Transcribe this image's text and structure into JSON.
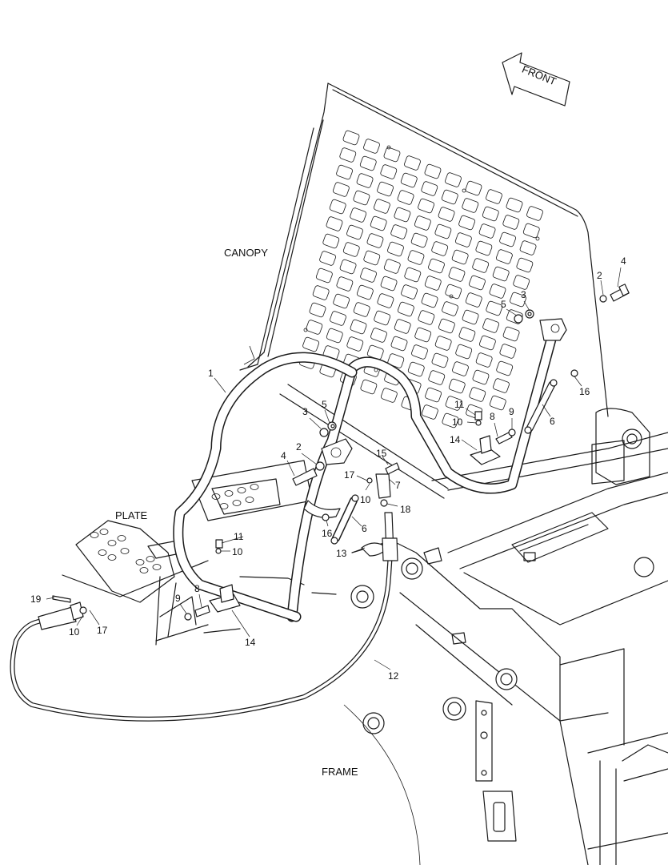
{
  "captions": {
    "canopy": "CANOPY",
    "plate": "PLATE",
    "frame": "FRAME",
    "front": "FRONT"
  },
  "callouts": [
    {
      "id": "c1",
      "text": "1"
    },
    {
      "id": "c2a",
      "text": "2"
    },
    {
      "id": "c2b",
      "text": "2"
    },
    {
      "id": "c3a",
      "text": "3"
    },
    {
      "id": "c3b",
      "text": "3"
    },
    {
      "id": "c4a",
      "text": "4"
    },
    {
      "id": "c4b",
      "text": "4"
    },
    {
      "id": "c5a",
      "text": "5"
    },
    {
      "id": "c5b",
      "text": "5"
    },
    {
      "id": "c6a",
      "text": "6"
    },
    {
      "id": "c6b",
      "text": "6"
    },
    {
      "id": "c7",
      "text": "7"
    },
    {
      "id": "c8a",
      "text": "8"
    },
    {
      "id": "c8b",
      "text": "8"
    },
    {
      "id": "c9a",
      "text": "9"
    },
    {
      "id": "c9b",
      "text": "9"
    },
    {
      "id": "c10a",
      "text": "10"
    },
    {
      "id": "c10b",
      "text": "10"
    },
    {
      "id": "c10c",
      "text": "10"
    },
    {
      "id": "c10d",
      "text": "10"
    },
    {
      "id": "c11a",
      "text": "11"
    },
    {
      "id": "c11b",
      "text": "11"
    },
    {
      "id": "c12",
      "text": "12"
    },
    {
      "id": "c13",
      "text": "13"
    },
    {
      "id": "c14a",
      "text": "14"
    },
    {
      "id": "c14b",
      "text": "14"
    },
    {
      "id": "c15",
      "text": "15"
    },
    {
      "id": "c16a",
      "text": "16"
    },
    {
      "id": "c16b",
      "text": "16"
    },
    {
      "id": "c17a",
      "text": "17"
    },
    {
      "id": "c17b",
      "text": "17"
    },
    {
      "id": "c18",
      "text": "18"
    },
    {
      "id": "c19",
      "text": "19"
    }
  ]
}
